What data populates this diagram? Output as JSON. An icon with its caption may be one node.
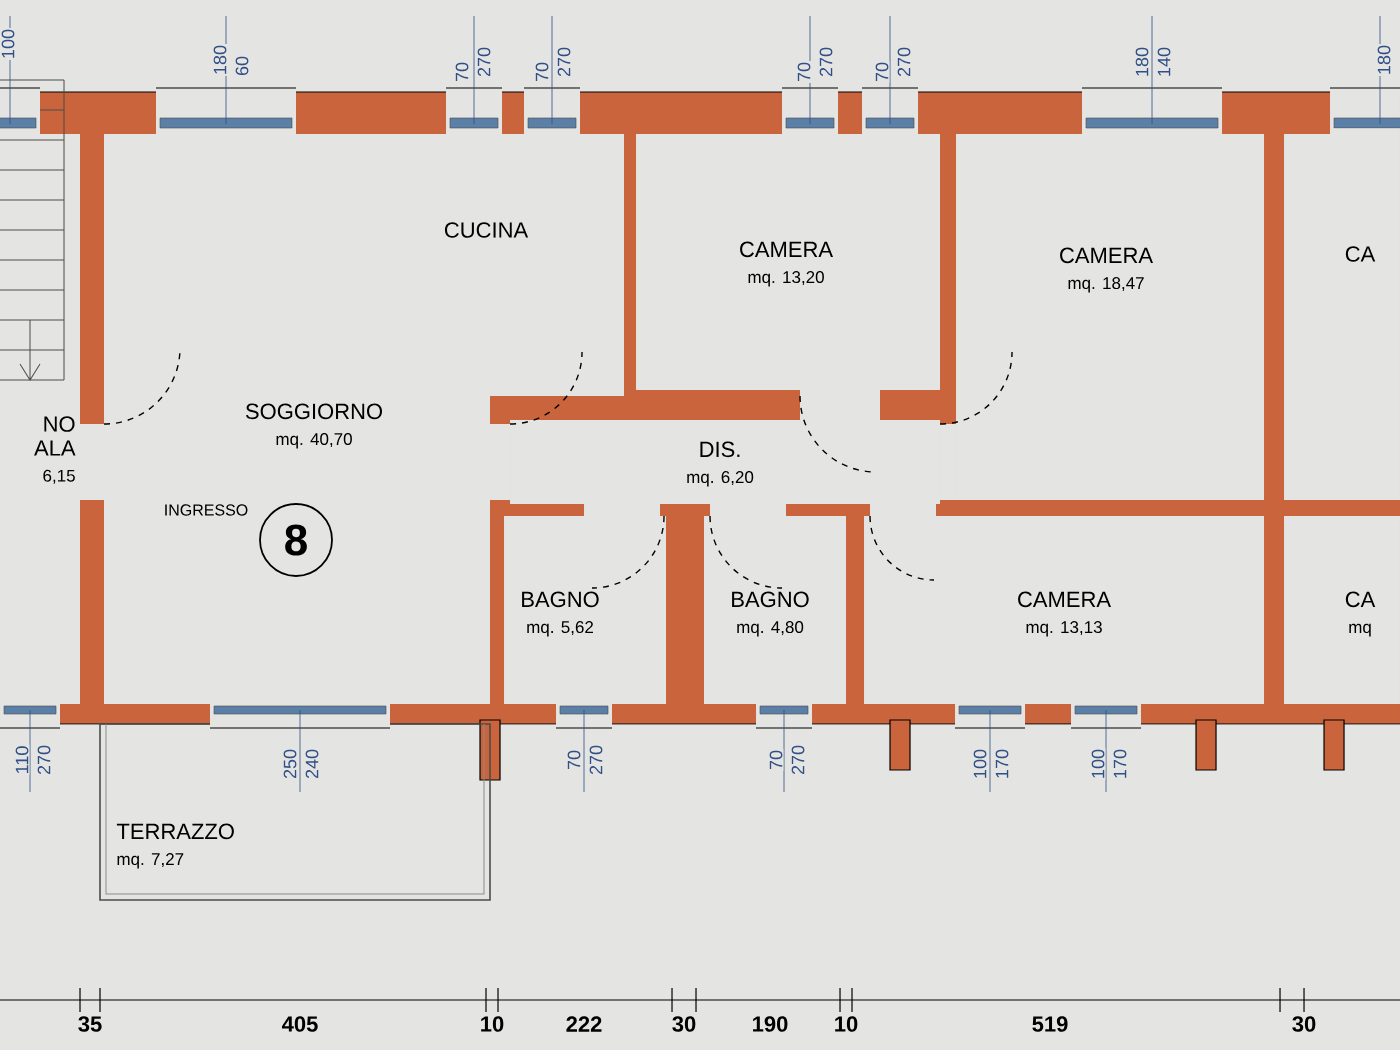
{
  "diagram": {
    "nodes": [
      {
        "text": [
          "NO ALA",
          "6,15"
        ]
      },
      {
        "text": [
          "SOGGIORNO",
          "mq. 40,70"
        ]
      },
      {
        "text": [
          "CAMERA",
          "mq. 13,20"
        ]
      },
      {
        "text": [
          "CAMERA",
          "mq. 18,47"
        ]
      },
      {
        "text": [
          "CA"
        ]
      },
      {
        "text": [
          "DIS.",
          "mq. 6,20"
        ]
      },
      {
        "text": [
          "BAGNO",
          "mq. 5,62"
        ]
      },
      {
        "text": [
          "BAGNO",
          "mq. 4,80"
        ]
      },
      {
        "text": [
          "CAMERA",
          "mq. 13,13"
        ]
      },
      {
        "text": [
          "CA",
          "mq"
        ]
      },
      {
        "text": [
          "TERRAZZO",
          "mq. 7,27"
        ]
      },
      {
        "text": [
          "8"
        ]
      }
    ],
    "labels": [
      "100",
      "180",
      "60",
      "70",
      "270",
      "70",
      "270",
      "70",
      "270",
      "70",
      "270",
      "180",
      "140",
      "180",
      "CUCINA",
      "INGRESSO",
      "110",
      "270",
      "250",
      "240",
      "70",
      "270",
      "70",
      "270",
      "100",
      "170",
      "100",
      "170",
      "35",
      "405",
      "10",
      "222",
      "30",
      "190",
      "10",
      "519",
      "30"
    ]
  }
}
